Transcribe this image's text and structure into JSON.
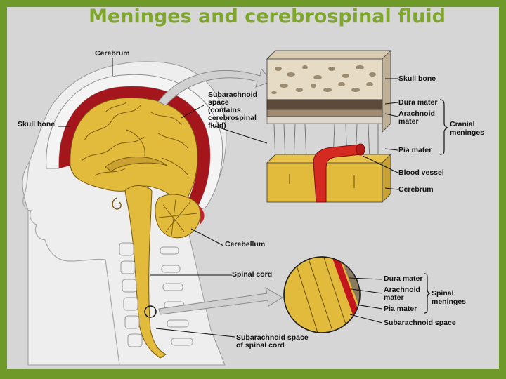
{
  "slide": {
    "title": "Meninges and cerebrospinal fluid"
  },
  "labels": {
    "cerebrum_top": "Cerebrum",
    "skull_bone_left": "Skull bone",
    "subarachnoid_1": "Subarachnoid",
    "subarachnoid_2": "space",
    "subarachnoid_3": "(contains",
    "subarachnoid_4": "cerebrospinal",
    "subarachnoid_5": "fluid)",
    "cerebellum": "Cerebellum",
    "spinal_cord": "Spinal cord",
    "subarachnoid_spinal_1": "Subarachnoid space",
    "subarachnoid_spinal_2": "of spinal cord"
  },
  "cranial_inset": {
    "skull_bone": "Skull bone",
    "dura_mater": "Dura mater",
    "arachnoid_1": "Arachnoid",
    "arachnoid_2": "mater",
    "pia_mater": "Pia mater",
    "blood_vessel": "Blood vessel",
    "cerebrum": "Cerebrum",
    "group_1": "Cranial",
    "group_2": "meninges"
  },
  "spinal_inset": {
    "dura_mater": "Dura mater",
    "arachnoid_1": "Arachnoid",
    "arachnoid_2": "mater",
    "pia_mater": "Pia mater",
    "subarachnoid_space": "Subarachnoid space",
    "group_1": "Spinal",
    "group_2": "meninges"
  },
  "colors": {
    "frame": "#6f9a2a",
    "title": "#7ea72c",
    "background": "#d6d6d6",
    "brain": "#e2bb3c",
    "meninges_red": "#a5151c"
  }
}
